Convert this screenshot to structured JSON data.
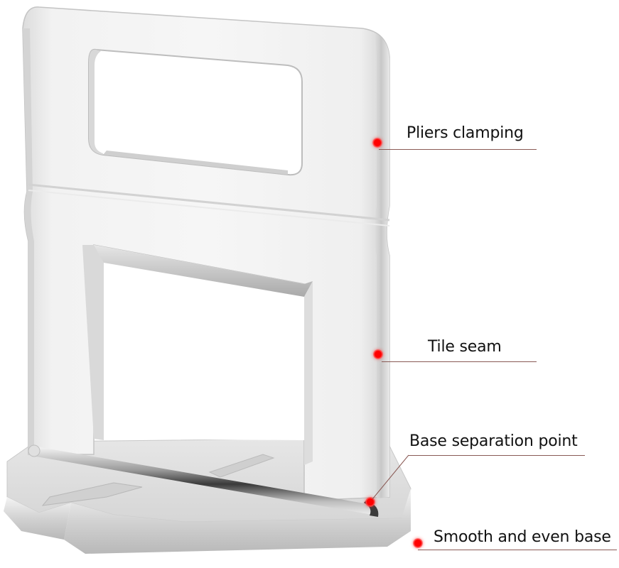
{
  "figure": {
    "subject": "Tile leveling clip (spacer)",
    "background_color": "#ffffff",
    "accent_color": "#ff1a1a",
    "leader_color": "#8a5a55"
  },
  "callouts": [
    {
      "label": "Pliers clamping",
      "marker": "red-dot"
    },
    {
      "label": "Tile seam",
      "marker": "red-dot"
    },
    {
      "label": "Base separation point",
      "marker": "red-dot"
    },
    {
      "label": "Smooth and even base",
      "marker": "red-dot"
    }
  ]
}
